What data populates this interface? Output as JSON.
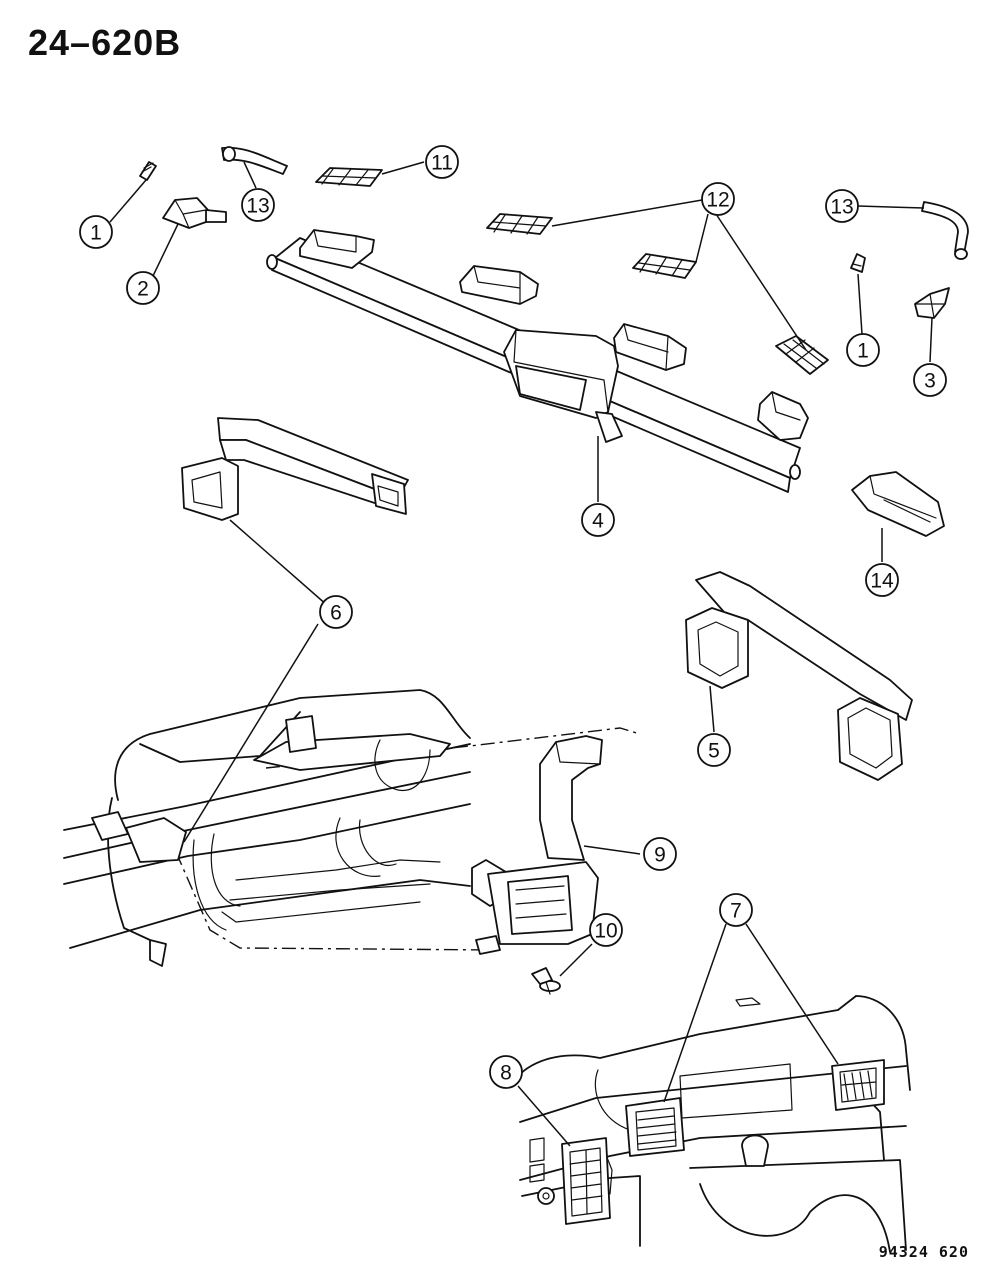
{
  "header": {
    "title": "24–620B"
  },
  "footer": {
    "figure_id": "94324 620"
  },
  "callouts": [
    {
      "label": "1"
    },
    {
      "label": "2"
    },
    {
      "label": "13"
    },
    {
      "label": "11"
    },
    {
      "label": "12"
    },
    {
      "label": "13"
    },
    {
      "label": "1"
    },
    {
      "label": "3"
    },
    {
      "label": "4"
    },
    {
      "label": "14"
    },
    {
      "label": "6"
    },
    {
      "label": "5"
    },
    {
      "label": "9"
    },
    {
      "label": "10"
    },
    {
      "label": "7"
    },
    {
      "label": "8"
    }
  ]
}
